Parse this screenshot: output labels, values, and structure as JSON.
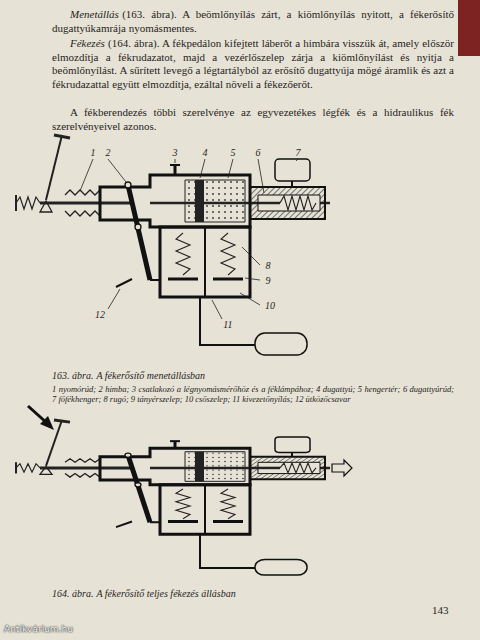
{
  "diagram": {
    "labels": [
      "Menetállás",
      "(163. ábra). A beömlőnyílás zárt, a kiömlőnyílás nyitott, a fékerősítő dugattyúkamrája nyomásmentes.",
      "Fékezés",
      "(164. ábra). A fékpedálon kifejtett láberőt a himbára visszük át, amely először elmozdítja a fékrudazatot, majd a vezérlőszelep zárja a kiömlőnyílást és nyitja a beömlőnyílást. A sűrített levegő a légtartályból az erősítő dugattyúja mögé áramlik és azt a fékrudazattal együtt elmozdítja, ezáltal növeli a fékezőerőt.",
      "A fékberendezés többi szerelvénye az egyvezetékes légfék és a hidraulikus fék szerelvényeivel azonos.",
      "1",
      "2",
      "3",
      "4",
      "5",
      "6",
      "7",
      "8",
      "9",
      "10",
      "11",
      "12",
      "163. ábra.",
      "A fékerősítő menetállásban",
      "1 nyomórúd; 2 himba; 3 csatlakozó a légnyomásmérőhöz és a féklámpához; 4 dugattyú; 5 hengertér; 6 dugattyúrúd; 7 főfékhenger; 8 rugó; 9 tányérszelep; 10 csőszelep; 11 kivezetőnyílás; 12 ütközőcsavar",
      "164. ábra.",
      "A fékerősítő teljes fékezés állásban",
      "143",
      "Antikvárium.hu"
    ]
  }
}
